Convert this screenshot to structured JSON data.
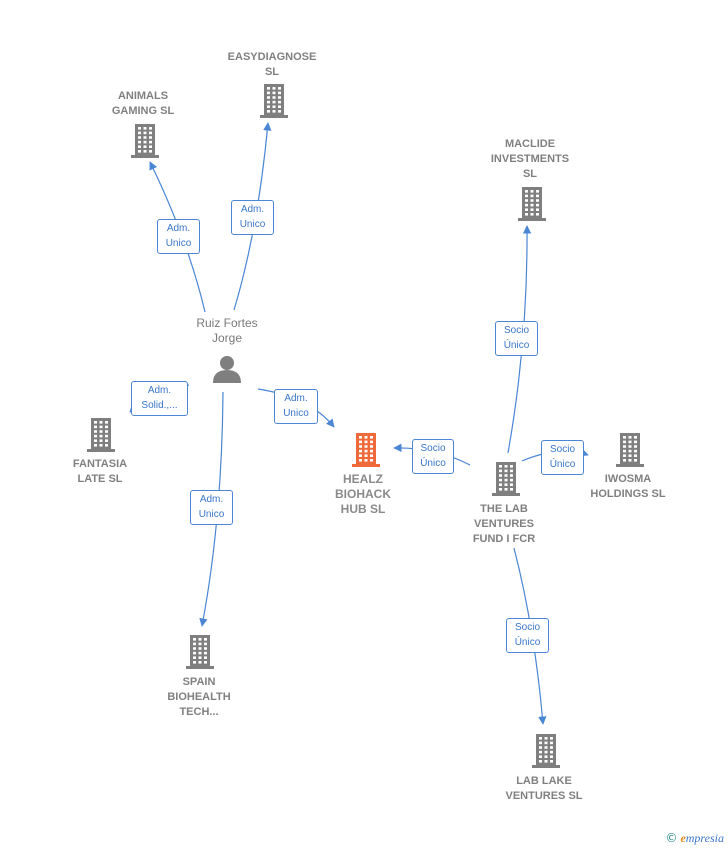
{
  "diagram": {
    "nodes": [
      {
        "id": "person",
        "type": "person",
        "label": "Ruiz Fortes\nJorge"
      },
      {
        "id": "healz",
        "type": "company-focus",
        "label": "HEALZ\nBIOHACK\nHUB  SL"
      },
      {
        "id": "animals",
        "type": "company",
        "label": "ANIMALS\nGAMING  SL"
      },
      {
        "id": "easydiag",
        "type": "company",
        "label": "EASYDIAGNOSE\nSL"
      },
      {
        "id": "fantasia",
        "type": "company",
        "label": "FANTASIA\nLATE  SL"
      },
      {
        "id": "spain",
        "type": "company",
        "label": "SPAIN\nBIOHEALTH\nTECH..."
      },
      {
        "id": "maclide",
        "type": "company",
        "label": "MACLIDE\nINVESTMENTS\nSL"
      },
      {
        "id": "thelab",
        "type": "company",
        "label": "THE LAB\nVENTURES\nFUND I FCR"
      },
      {
        "id": "iwosma",
        "type": "company",
        "label": "IWOSMA\nHOLDINGS  SL"
      },
      {
        "id": "lablake",
        "type": "company",
        "label": "LAB LAKE\nVENTURES  SL"
      }
    ],
    "edges": [
      {
        "from": "person",
        "to": "animals",
        "label": "Adm.\nUnico"
      },
      {
        "from": "person",
        "to": "easydiag",
        "label": "Adm.\nUnico"
      },
      {
        "from": "person",
        "to": "fantasia",
        "label": "Adm.\nSolid.,..."
      },
      {
        "from": "person",
        "to": "healz",
        "label": "Adm.\nUnico"
      },
      {
        "from": "person",
        "to": "spain",
        "label": "Adm.\nUnico"
      },
      {
        "from": "thelab",
        "to": "maclide",
        "label": "Socio\nÚnico"
      },
      {
        "from": "thelab",
        "to": "healz",
        "label": "Socio\nÚnico"
      },
      {
        "from": "thelab",
        "to": "iwosma",
        "label": "Socio\nÚnico"
      },
      {
        "from": "thelab",
        "to": "lablake",
        "label": "Socio\nÚnico"
      }
    ],
    "colors": {
      "edge": "#4a86d4",
      "company": "#7f7f7f",
      "focus": "#ef6a3a",
      "person": "#7f7f7f"
    }
  },
  "watermark": {
    "symbol": "©",
    "brand_initial": "e",
    "brand_rest": "mpresia"
  }
}
